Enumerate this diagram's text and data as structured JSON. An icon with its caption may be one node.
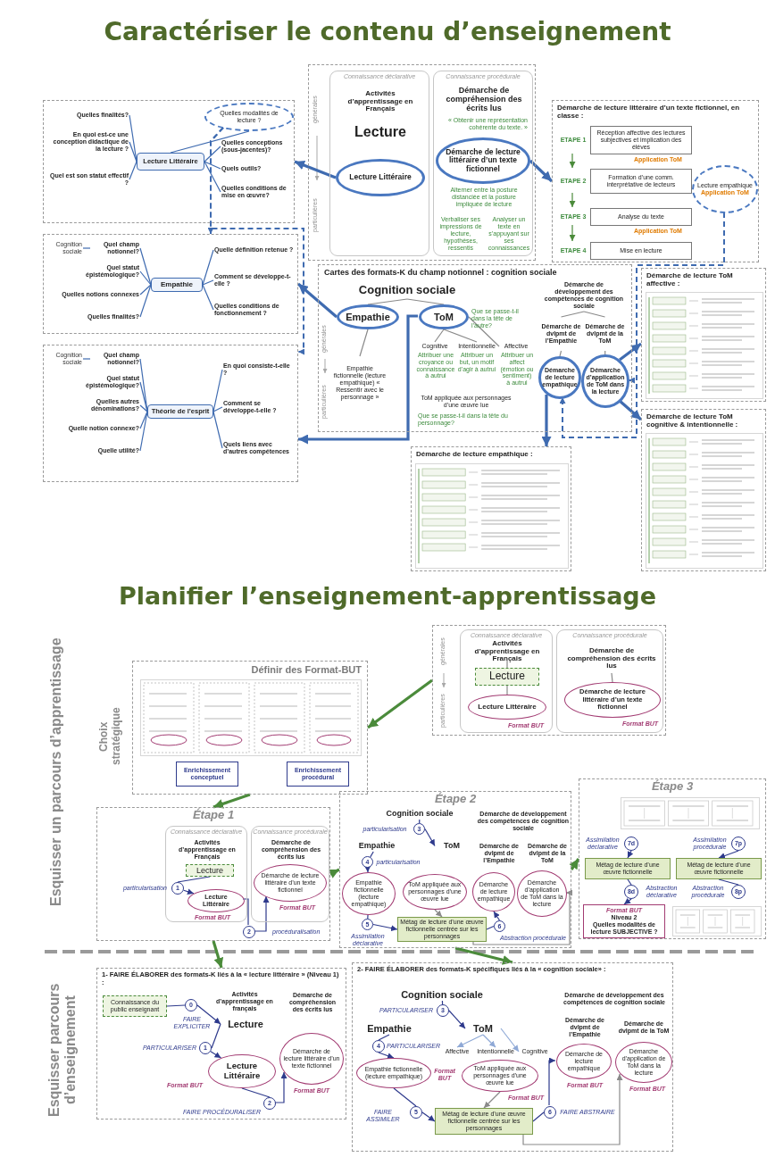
{
  "diagram": {
    "title": "Caractériser le contenu d’enseignement",
    "nodes": [
      {
        "text": [],
        "shape": "box"
      },
      {
        "text": [
          "Connaissance déclarative"
        ],
        "in": 0
      },
      {
        "text": [
          "Connaissance procédurale"
        ],
        "in": 0
      },
      {
        "text": [
          "Activités d’apprentissage en Français"
        ],
        "in": 1
      },
      {
        "text": [
          "Lecture"
        ],
        "in": 1
      },
      {
        "text": [
          "Lecture Littéraire"
        ],
        "in": 1
      },
      {
        "text": [
          "Démarche de compréhension des écrits lus"
        ],
        "in": 2,
        "beside": [
          "« Obtenir une représentation cohérente du texte. »"
        ]
      },
      {
        "text": [
          "Démarche de lecture littéraire d’un texte fictionnel"
        ],
        "in": 2,
        "beside": [
          "Alterner entre la posture distanciée et la posture impliquée de lecture",
          "Verbaliser ses impressions de lecture, hypothèses, ressentis",
          "Analyser un texte en s’appuyant sur ses connaissances"
        ]
      },
      {
        "text": [],
        "shape": "box"
      },
      {
        "text": [
          "Lecture Littéraire"
        ],
        "in": 8
      },
      {
        "text": [
          "Quelles finalités?"
        ],
        "in": 8
      },
      {
        "text": [
          "En quoi est-ce une conception didactique de la lecture ?"
        ],
        "in": 8
      },
      {
        "text": [
          "Quel est son statut effectif ?"
        ],
        "in": 8
      },
      {
        "text": [
          "Quelles modalités de lecture ?"
        ],
        "in": 8
      },
      {
        "text": [
          "Quelles conceptions (sous-jacentes)?"
        ],
        "in": 8
      },
      {
        "text": [
          "Quels outils?"
        ],
        "in": 8
      },
      {
        "text": [
          "Quelles conditions de mise en œuvre?"
        ],
        "in": 8
      },
      {
        "text": [
          "Démarche de lecture littéraire d’un texte fictionnel, en classe :"
        ]
      },
      {
        "text": [
          "ETAPE 1",
          "Réception affective des lectures subjectives et implication des élèves"
        ],
        "in": 17,
        "beside": [
          "Application ToM"
        ]
      },
      {
        "text": [
          "ETAPE 2",
          "Formation d’une comm. interprétative de lecteurs"
        ],
        "in": 17
      },
      {
        "text": [
          "Lecture empathique",
          "Application ToM"
        ],
        "in": 17
      },
      {
        "text": [
          "ETAPE 3",
          "Analyse du texte"
        ],
        "in": 17,
        "beside": [
          "Application ToM"
        ]
      },
      {
        "text": [
          "ETAPE 4",
          "Mise en lecture"
        ],
        "in": 17
      },
      {
        "text": [
          "Cartes des formats-K du champ notionnel : cognition sociale"
        ]
      },
      {
        "text": [
          "Cognition sociale"
        ],
        "in": 23
      },
      {
        "text": [
          "Empathie"
        ],
        "in": 23
      },
      {
        "text": [
          "ToM"
        ],
        "in": 23,
        "beside": [
          "Que se passe-t-il dans la tête de l’autre?"
        ]
      },
      {
        "text": [
          "Cognitive"
        ],
        "in": 23,
        "beside": [
          "Attribuer une croyance ou connaissance à autrui"
        ]
      },
      {
        "text": [
          "Intentionnelle"
        ],
        "in": 23,
        "beside": [
          "Attribuer un but, un motif d’agir à autrui"
        ]
      },
      {
        "text": [
          "Affective"
        ],
        "in": 23,
        "beside": [
          "Attribuer un affect (émotion ou sentiment) à autrui"
        ]
      },
      {
        "text": [
          "Empathie fictionnelle (lecture empathique) « Ressentir avec le personnage »"
        ],
        "in": 23
      },
      {
        "text": [
          "ToM appliquée aux personnages d’une œuvre lue"
        ],
        "in": 23,
        "beside": [
          "Que se passe-t-il dans la tête du personnage?"
        ]
      },
      {
        "text": [
          "Démarche de développement des compétences de cognition sociale"
        ],
        "in": 23
      },
      {
        "text": [
          "Démarche de dvlpmt de l’Empathie"
        ],
        "in": 23
      },
      {
        "text": [
          "Démarche de dvlpmt de la ToM"
        ],
        "in": 23
      },
      {
        "text": [
          "Démarche de lecture empathique"
        ],
        "in": 23
      },
      {
        "text": [
          "Démarche d’application de ToM dans la lecture"
        ],
        "in": 23
      },
      {
        "text": [],
        "shape": "box"
      },
      {
        "text": [
          "Empathie"
        ],
        "in": 37
      },
      {
        "text": [
          "Cognition sociale"
        ],
        "in": 37
      },
      {
        "text": [
          "Quel champ notionnel?"
        ],
        "in": 37
      },
      {
        "text": [
          "Quel statut épistémologique?"
        ],
        "in": 37
      },
      {
        "text": [
          "Quelles notions connexes"
        ],
        "in": 37
      },
      {
        "text": [
          "Quelles finalités?"
        ],
        "in": 37
      },
      {
        "text": [
          "Quelle définition retenue ?"
        ],
        "in": 37
      },
      {
        "text": [
          "Comment se développe-t-elle ?"
        ],
        "in": 37
      },
      {
        "text": [
          "Quelles conditions de fonctionnement ?"
        ],
        "in": 37
      },
      {
        "text": [],
        "shape": "box"
      },
      {
        "text": [
          "Théorie de l’esprit"
        ],
        "in": 47
      },
      {
        "text": [
          "Cognition sociale"
        ],
        "in": 47
      },
      {
        "text": [
          "Quel champ notionnel?"
        ],
        "in": 47
      },
      {
        "text": [
          "Quel statut épistémologique?"
        ],
        "in": 47
      },
      {
        "text": [
          "Quelles autres dénominations?"
        ],
        "in": 47
      },
      {
        "text": [
          "Quelle notion connexe?"
        ],
        "in": 47
      },
      {
        "text": [
          "Quelle utilité?"
        ],
        "in": 47
      },
      {
        "text": [
          "En quoi consiste-t-elle ?"
        ],
        "in": 47
      },
      {
        "text": [
          "Comment se développe-t-elle ?"
        ],
        "in": 47
      },
      {
        "text": [
          "Quels liens avec d’autres compétences"
        ],
        "in": 47
      },
      {
        "text": [
          "Démarche de lecture empathique :"
        ]
      },
      {
        "text": [
          "Démarche de lecture ToM affective :"
        ]
      },
      {
        "text": [
          "Démarche de lecture ToM cognitive & intentionnelle :"
        ]
      },
      {
        "text": [],
        "shape": "box"
      },
      {
        "text": [
          "Connaissance déclarative"
        ],
        "in": 61
      },
      {
        "text": [
          "Connaissance procédurale"
        ],
        "in": 61
      },
      {
        "text": [
          "Activités d’apprentissage en Français"
        ],
        "in": 62
      },
      {
        "text": [
          "Lecture"
        ],
        "in": 62
      },
      {
        "text": [
          "Lecture Littéraire"
        ],
        "in": 62,
        "beside": [
          "Format BUT"
        ]
      },
      {
        "text": [
          "Démarche de compréhension des écrits lus"
        ],
        "in": 63
      },
      {
        "text": [
          "Démarche de lecture littéraire d’un texte fictionnel"
        ],
        "in": 63,
        "beside": [
          "Format BUT"
        ]
      },
      {
        "text": [
          "Définir des Format-BUT"
        ],
        "beside": [
          "Choix stratégique"
        ]
      },
      {
        "text": [
          "Enrichissement conceptuel"
        ],
        "in": 69
      },
      {
        "text": [
          "Enrichissement procédural"
        ],
        "in": 69
      },
      {
        "text": [
          "Étape 1"
        ]
      },
      {
        "text": [
          "Connaissance déclarative"
        ],
        "in": 72
      },
      {
        "text": [
          "Connaissance procédurale"
        ],
        "in": 72
      },
      {
        "text": [
          "Activités d’apprentissage en Français"
        ],
        "in": 73
      },
      {
        "text": [
          "Lecture"
        ],
        "in": 73
      },
      {
        "text": [
          "1"
        ],
        "in": 73,
        "beside": [
          "particularisation"
        ]
      },
      {
        "text": [
          "Lecture Littéraire"
        ],
        "in": 73,
        "beside": [
          "Format BUT"
        ]
      },
      {
        "text": [
          "Démarche de compréhension des écrits lus"
        ],
        "in": 74
      },
      {
        "text": [
          "Démarche de lecture littéraire d’un texte fictionnel"
        ],
        "in": 74,
        "beside": [
          "Format BUT"
        ]
      },
      {
        "text": [
          "2"
        ],
        "in": 72,
        "beside": [
          "procéduralisation"
        ]
      },
      {
        "text": [
          "Étape 2"
        ]
      },
      {
        "text": [
          "Cognition sociale"
        ],
        "in": 82
      },
      {
        "text": [
          "3"
        ],
        "in": 82,
        "beside": [
          "particularisation"
        ]
      },
      {
        "text": [
          "Empathie"
        ],
        "in": 82
      },
      {
        "text": [
          "ToM"
        ],
        "in": 82
      },
      {
        "text": [
          "4"
        ],
        "in": 82,
        "beside": [
          "particularisation"
        ]
      },
      {
        "text": [
          "Empathie fictionnelle (lecture empathique)"
        ],
        "in": 82
      },
      {
        "text": [
          "ToM appliquée aux personnages d’une œuvre lue"
        ],
        "in": 82
      },
      {
        "text": [
          "Démarche de développement des compétences de cognition sociale"
        ],
        "in": 82
      },
      {
        "text": [
          "Démarche de dvlpmt de l’Empathie"
        ],
        "in": 82
      },
      {
        "text": [
          "Démarche de dvlpmt de la ToM"
        ],
        "in": 82
      },
      {
        "text": [
          "Démarche de lecture empathique"
        ],
        "in": 82
      },
      {
        "text": [
          "Démarche d’application de ToM dans la lecture"
        ],
        "in": 82
      },
      {
        "text": [
          "5"
        ],
        "in": 82,
        "beside": [
          "Assimilation déclarative"
        ]
      },
      {
        "text": [
          "6"
        ],
        "in": 82,
        "beside": [
          "Abstraction procédurale"
        ]
      },
      {
        "text": [
          "Métag de lecture d’une œuvre fictionnelle centrée sur les personnages"
        ],
        "in": 82
      },
      {
        "text": [
          "Étape 3"
        ]
      },
      {
        "text": [
          "7d"
        ],
        "in": 98,
        "beside": [
          "Assimilation déclarative"
        ]
      },
      {
        "text": [
          "7p"
        ],
        "in": 98,
        "beside": [
          "Assimilation procédurale"
        ]
      },
      {
        "text": [
          "Métag de lecture d’une œuvre fictionnelle"
        ],
        "in": 98
      },
      {
        "text": [
          "Métag de lecture d’une œuvre fictionnelle"
        ],
        "in": 98
      },
      {
        "text": [
          "8d"
        ],
        "in": 98,
        "beside": [
          "Abstraction déclarative"
        ]
      },
      {
        "text": [
          "8p"
        ],
        "in": 98,
        "beside": [
          "Abstraction procédurale"
        ]
      },
      {
        "text": [
          "Format BUT",
          "Niveau 2",
          "Quelles modalités de lecture SUBJECTIVE ?"
        ],
        "in": 98
      },
      {
        "text": [
          "1- FAIRE ÉLABORER des formats-K liés à la « lecture littéraire » (Niveau 1) :"
        ]
      },
      {
        "text": [
          "Connaissance du public enseignant"
        ],
        "in": 106
      },
      {
        "text": [
          "0"
        ],
        "in": 106,
        "beside": [
          "FAIRE EXPLICITER"
        ]
      },
      {
        "text": [
          "Activités d’apprentissage en français"
        ],
        "in": 106
      },
      {
        "text": [
          "Lecture"
        ],
        "in": 106
      },
      {
        "text": [
          "1"
        ],
        "in": 106,
        "beside": [
          "PARTICULARISER"
        ]
      },
      {
        "text": [
          "Lecture Littéraire"
        ],
        "in": 106,
        "beside": [
          "Format BUT"
        ]
      },
      {
        "text": [
          "Démarche de compréhension des écrits lus"
        ],
        "in": 106
      },
      {
        "text": [
          "Démarche de lecture littéraire d’un texte fictionnel"
        ],
        "in": 106,
        "beside": [
          "Format BUT"
        ]
      },
      {
        "text": [
          "2"
        ],
        "in": 106,
        "beside": [
          "FAIRE PROCÉDURALISER"
        ]
      },
      {
        "text": [
          "2- FAIRE ÉLABORER des formats-K spécifiques liés à la « cognition sociale» :"
        ]
      },
      {
        "text": [
          "Cognition sociale"
        ],
        "in": 116
      },
      {
        "text": [
          "3"
        ],
        "in": 116,
        "beside": [
          "PARTICULARISER"
        ]
      },
      {
        "text": [
          "Empathie"
        ],
        "in": 116
      },
      {
        "text": [
          "ToM"
        ],
        "in": 116
      },
      {
        "text": [
          "4"
        ],
        "in": 116,
        "beside": [
          "PARTICULARISER"
        ]
      },
      {
        "text": [
          "Affective"
        ],
        "in": 116
      },
      {
        "text": [
          "Intentionnelle"
        ],
        "in": 116
      },
      {
        "text": [
          "Cognitive"
        ],
        "in": 116
      },
      {
        "text": [
          "Empathie fictionnelle (lecture empathique)"
        ],
        "in": 116,
        "beside": [
          "Format BUT"
        ]
      },
      {
        "text": [
          "ToM appliquée aux personnages d’une œuvre lue"
        ],
        "in": 116,
        "beside": [
          "Format BUT"
        ]
      },
      {
        "text": [
          "Démarche de développement des compétences de cognition sociale"
        ],
        "in": 116
      },
      {
        "text": [
          "Démarche de dvlpmt de l’Empathie"
        ],
        "in": 116
      },
      {
        "text": [
          "Démarche de dvlpmt de la ToM"
        ],
        "in": 116
      },
      {
        "text": [
          "Démarche de lecture empathique"
        ],
        "in": 116,
        "beside": [
          "Format BUT"
        ]
      },
      {
        "text": [
          "Démarche d’application de ToM dans la lecture"
        ],
        "in": 116,
        "beside": [
          "Format BUT"
        ]
      },
      {
        "text": [
          "5"
        ],
        "in": 116,
        "beside": [
          "FAIRE ASSIMILER"
        ]
      },
      {
        "text": [
          "6"
        ],
        "in": 116,
        "beside": [
          "FAIRE ABSTRAIRE"
        ]
      },
      {
        "text": [
          "Métag de lecture d’une œuvre fictionnelle centrée sur les personnages"
        ],
        "in": 116
      }
    ],
    "edges": [
      {
        "from": 10,
        "to": 9,
        "arrow": "none"
      },
      {
        "from": 11,
        "to": 9,
        "arrow": "none"
      },
      {
        "from": 12,
        "to": 9,
        "arrow": "none"
      },
      {
        "from": 9,
        "to": 13,
        "arrow": "none"
      },
      {
        "from": 9,
        "to": 14,
        "arrow": "none"
      },
      {
        "from": 9,
        "to": 15,
        "arrow": "none"
      },
      {
        "from": 9,
        "to": 16,
        "arrow": "none"
      },
      {
        "from": 18,
        "to": 19,
        "arrow": "to",
        "color": "#4b8b3b"
      },
      {
        "from": 19,
        "to": 21,
        "arrow": "to",
        "color": "#4b8b3b"
      },
      {
        "from": 21,
        "to": 22,
        "arrow": "to",
        "color": "#4b8b3b"
      },
      {
        "from": 24,
        "to": 25,
        "arrow": "none",
        "color": "#8a8a8a"
      },
      {
        "from": 24,
        "to": 26,
        "arrow": "none",
        "color": "#8a8a8a"
      },
      {
        "from": 26,
        "to": 27,
        "arrow": "none",
        "color": "#8a8a8a"
      },
      {
        "from": 26,
        "to": 28,
        "arrow": "none",
        "color": "#8a8a8a"
      },
      {
        "from": 26,
        "to": 29,
        "arrow": "none",
        "color": "#8a8a8a"
      },
      {
        "from": 25,
        "to": 30,
        "arrow": "none",
        "color": "#8a8a8a"
      },
      {
        "from": 32,
        "to": 33,
        "arrow": "none",
        "color": "#8a8a8a"
      },
      {
        "from": 32,
        "to": 34,
        "arrow": "none",
        "color": "#8a8a8a"
      },
      {
        "from": 33,
        "to": 35,
        "arrow": "none",
        "color": "#8a8a8a"
      },
      {
        "from": 34,
        "to": 36,
        "arrow": "none",
        "color": "#8a8a8a"
      },
      {
        "from": 39,
        "to": 40,
        "arrow": "none"
      },
      {
        "from": 40,
        "to": 38,
        "arrow": "none"
      },
      {
        "from": 41,
        "to": 38,
        "arrow": "none"
      },
      {
        "from": 42,
        "to": 38,
        "arrow": "none"
      },
      {
        "from": 43,
        "to": 38,
        "arrow": "none"
      },
      {
        "from": 38,
        "to": 44,
        "arrow": "none"
      },
      {
        "from": 38,
        "to": 45,
        "arrow": "none"
      },
      {
        "from": 38,
        "to": 46,
        "arrow": "none"
      },
      {
        "from": 49,
        "to": 50,
        "arrow": "none"
      },
      {
        "from": 50,
        "to": 48,
        "arrow": "none"
      },
      {
        "from": 51,
        "to": 48,
        "arrow": "none"
      },
      {
        "from": 52,
        "to": 48,
        "arrow": "none"
      },
      {
        "from": 53,
        "to": 48,
        "arrow": "none"
      },
      {
        "from": 54,
        "to": 48,
        "arrow": "none"
      },
      {
        "from": 48,
        "to": 55,
        "arrow": "none"
      },
      {
        "from": 48,
        "to": 56,
        "arrow": "none"
      },
      {
        "from": 48,
        "to": 57,
        "arrow": "none"
      },
      {
        "from": 5,
        "to": 8,
        "arrow": "to",
        "style": "thick"
      },
      {
        "from": 7,
        "to": 17,
        "arrow": "to",
        "style": "thick"
      },
      {
        "from": 13,
        "to": 37,
        "arrow": "to",
        "style": "dashed"
      },
      {
        "from": 13,
        "to": 47,
        "arrow": "to",
        "style": "dashed"
      },
      {
        "from": 20,
        "to": 35,
        "arrow": "to",
        "style": "dashed"
      },
      {
        "from": 20,
        "to": 36,
        "arrow": "to",
        "style": "dashed"
      },
      {
        "from": 25,
        "to": 37,
        "arrow": "to",
        "style": "thick"
      },
      {
        "from": 26,
        "to": 47,
        "arrow": "to",
        "style": "thick"
      },
      {
        "from": 35,
        "to": 58,
        "arrow": "to",
        "style": "thick"
      },
      {
        "from": 36,
        "to": 59,
        "arrow": "to",
        "style": "thick"
      },
      {
        "from": 36,
        "to": 60,
        "arrow": "to",
        "style": "thick"
      },
      {
        "from": 64,
        "to": 65,
        "arrow": "none",
        "color": "#8a8a8a"
      },
      {
        "from": 65,
        "to": 66,
        "arrow": "none",
        "color": "#8a8a8a"
      },
      {
        "from": 67,
        "to": 68,
        "arrow": "none",
        "color": "#8a8a8a"
      },
      {
        "from": 61,
        "to": 69,
        "arrow": "to",
        "style": "thick",
        "color": "#4b8b3b"
      },
      {
        "from": 69,
        "to": 72,
        "arrow": "to",
        "style": "thick",
        "color": "#4b8b3b"
      },
      {
        "from": 76,
        "to": 77,
        "arrow": "none",
        "color": "#2e3a8c"
      },
      {
        "from": 77,
        "to": 78,
        "arrow": "to",
        "color": "#2e3a8c"
      },
      {
        "from": 78,
        "to": 81,
        "arrow": "none",
        "color": "#2e3a8c"
      },
      {
        "from": 81,
        "to": 80,
        "arrow": "to",
        "color": "#2e3a8c"
      },
      {
        "from": 72,
        "to": 82,
        "arrow": "to",
        "style": "thick",
        "color": "#4b8b3b"
      },
      {
        "from": 82,
        "to": 98,
        "arrow": "to",
        "style": "thick",
        "color": "#4b8b3b"
      },
      {
        "from": 83,
        "to": 84,
        "arrow": "none",
        "color": "#2e3a8c"
      },
      {
        "from": 84,
        "to": 86,
        "arrow": "to",
        "color": "#2e3a8c"
      },
      {
        "from": 85,
        "to": 87,
        "arrow": "none",
        "color": "#2e3a8c"
      },
      {
        "from": 87,
        "to": 88,
        "arrow": "to",
        "color": "#2e3a8c"
      },
      {
        "from": 88,
        "to": 95,
        "arrow": "none",
        "color": "#2e3a8c"
      },
      {
        "from": 95,
        "to": 97,
        "arrow": "to",
        "color": "#2e3a8c"
      },
      {
        "from": 97,
        "to": 96,
        "arrow": "none",
        "color": "#2e3a8c"
      },
      {
        "from": 96,
        "to": 93,
        "arrow": "to",
        "color": "#2e3a8c"
      },
      {
        "from": 97,
        "to": 94,
        "arrow": "to",
        "color": "#8a8a8a"
      },
      {
        "from": 89,
        "to": 97,
        "arrow": "to",
        "color": "#8a8a8a"
      },
      {
        "from": 99,
        "to": 101,
        "arrow": "to",
        "color": "#2e3a8c"
      },
      {
        "from": 100,
        "to": 102,
        "arrow": "to",
        "color": "#2e3a8c"
      },
      {
        "from": 101,
        "to": 103,
        "arrow": "none",
        "color": "#2e3a8c"
      },
      {
        "from": 103,
        "to": 105,
        "arrow": "to",
        "color": "#2e3a8c"
      },
      {
        "from": 102,
        "to": 104,
        "arrow": "none",
        "color": "#2e3a8c"
      },
      {
        "from": 72,
        "to": 106,
        "arrow": "to",
        "style": "thick",
        "color": "#4b8b3b"
      },
      {
        "from": 82,
        "to": 116,
        "arrow": "to",
        "style": "thick",
        "color": "#4b8b3b"
      },
      {
        "from": 107,
        "to": 108,
        "arrow": "none",
        "color": "#2e3a8c"
      },
      {
        "from": 108,
        "to": 110,
        "arrow": "to",
        "color": "#2e3a8c"
      },
      {
        "from": 110,
        "to": 111,
        "arrow": "none",
        "color": "#2e3a8c"
      },
      {
        "from": 111,
        "to": 112,
        "arrow": "to",
        "color": "#2e3a8c"
      },
      {
        "from": 112,
        "to": 115,
        "arrow": "none",
        "color": "#2e3a8c"
      },
      {
        "from": 115,
        "to": 114,
        "arrow": "to",
        "color": "#2e3a8c"
      },
      {
        "from": 117,
        "to": 118,
        "arrow": "none",
        "color": "#2e3a8c"
      },
      {
        "from": 118,
        "to": 120,
        "arrow": "to",
        "color": "#2e3a8c"
      },
      {
        "from": 119,
        "to": 121,
        "arrow": "none",
        "color": "#2e3a8c"
      },
      {
        "from": 121,
        "to": 125,
        "arrow": "to",
        "color": "#2e3a8c"
      },
      {
        "from": 120,
        "to": 122,
        "arrow": "to",
        "color": "#8fa9d6"
      },
      {
        "from": 120,
        "to": 123,
        "arrow": "to",
        "color": "#8fa9d6"
      },
      {
        "from": 120,
        "to": 124,
        "arrow": "to",
        "color": "#8fa9d6"
      },
      {
        "from": 125,
        "to": 132,
        "arrow": "none",
        "color": "#2e3a8c"
      },
      {
        "from": 132,
        "to": 134,
        "arrow": "to",
        "color": "#2e3a8c"
      },
      {
        "from": 134,
        "to": 133,
        "arrow": "none",
        "color": "#2e3a8c"
      },
      {
        "from": 133,
        "to": 130,
        "arrow": "to",
        "color": "#2e3a8c"
      },
      {
        "from": 134,
        "to": 131,
        "arrow": "to",
        "color": "#8a8a8a"
      },
      {
        "from": 126,
        "to": 134,
        "arrow": "to",
        "color": "#8a8a8a"
      }
    ],
    "labels": [
      "générales",
      "particulières",
      "générales",
      "particulières",
      "Planifier l’enseignement-apprentissage",
      "Esquisser un parcours d’apprentissage",
      "générales",
      "particulières",
      "Esquisser parcours d’enseignement"
    ]
  }
}
